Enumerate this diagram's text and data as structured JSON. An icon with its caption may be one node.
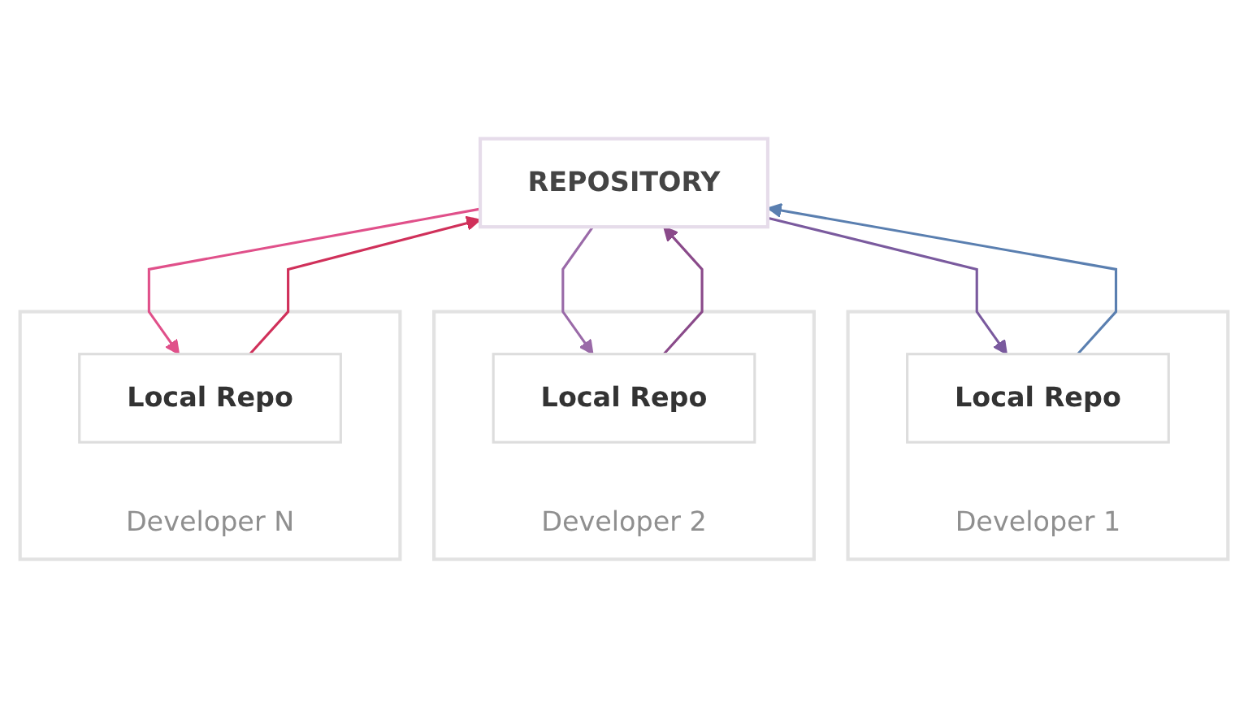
{
  "diagram": {
    "nodes": [
      {
        "text": [
          "REPOSITORY"
        ]
      },
      {
        "text": [
          "Developer 1"
        ]
      },
      {
        "text": [
          "Local Repo"
        ],
        "in": 1
      },
      {
        "text": [
          "Developer 2"
        ]
      },
      {
        "text": [
          "Local Repo"
        ],
        "in": 3
      },
      {
        "text": [
          "Developer N"
        ]
      },
      {
        "text": [
          "Local Repo"
        ],
        "in": 5
      }
    ],
    "edges": [
      {
        "from": 2,
        "to": 0,
        "arrow": "to",
        "color": "#5a7fb0"
      },
      {
        "from": 0,
        "to": 2,
        "arrow": "to",
        "color": "#7a5a9e"
      },
      {
        "from": 4,
        "to": 0,
        "arrow": "to",
        "color": "#8a4a8a"
      },
      {
        "from": 0,
        "to": 4,
        "arrow": "to",
        "color": "#9a6aa8"
      },
      {
        "from": 6,
        "to": 0,
        "arrow": "to",
        "color": "#d0305a"
      },
      {
        "from": 0,
        "to": 6,
        "arrow": "to",
        "color": "#e0508a"
      }
    ]
  }
}
